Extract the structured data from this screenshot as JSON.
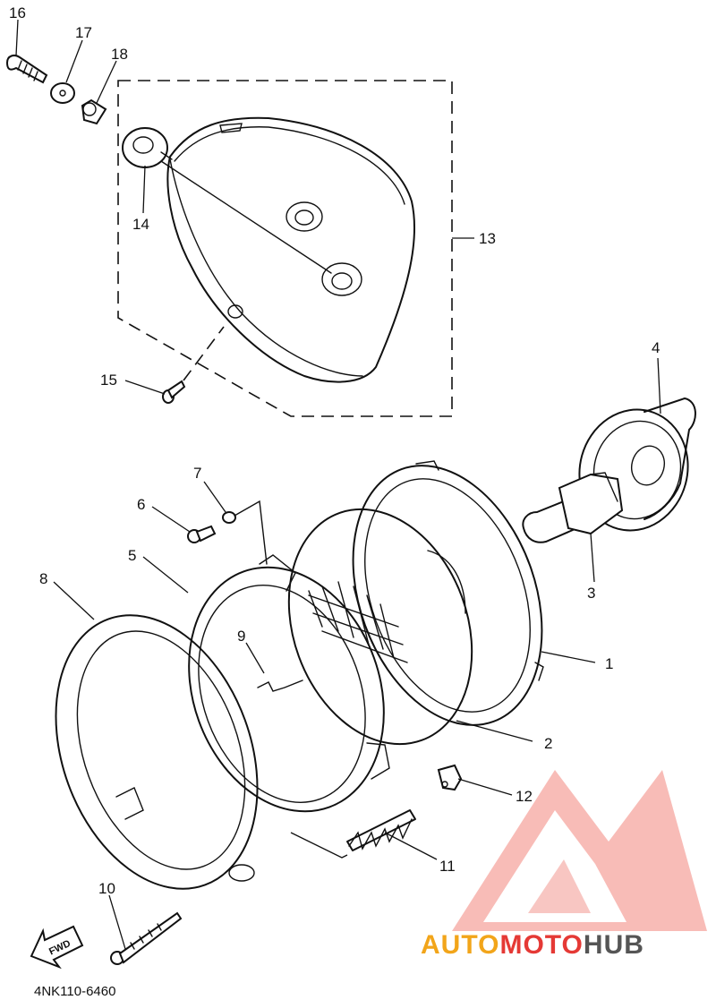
{
  "diagram": {
    "callouts": [
      "1",
      "2",
      "3",
      "4",
      "5",
      "6",
      "7",
      "8",
      "9",
      "10",
      "11",
      "12",
      "13",
      "14",
      "15",
      "16",
      "17",
      "18"
    ],
    "part_code": "4NK110-6460",
    "fwd_label": "FWD",
    "watermark": {
      "word_1": "AUTO",
      "word_2": "MOTO",
      "word_3": "HUB",
      "colors": {
        "auto": "#f2a51a",
        "moto": "#e53935",
        "hub": "#555555",
        "logo": "#f07b72"
      }
    }
  }
}
